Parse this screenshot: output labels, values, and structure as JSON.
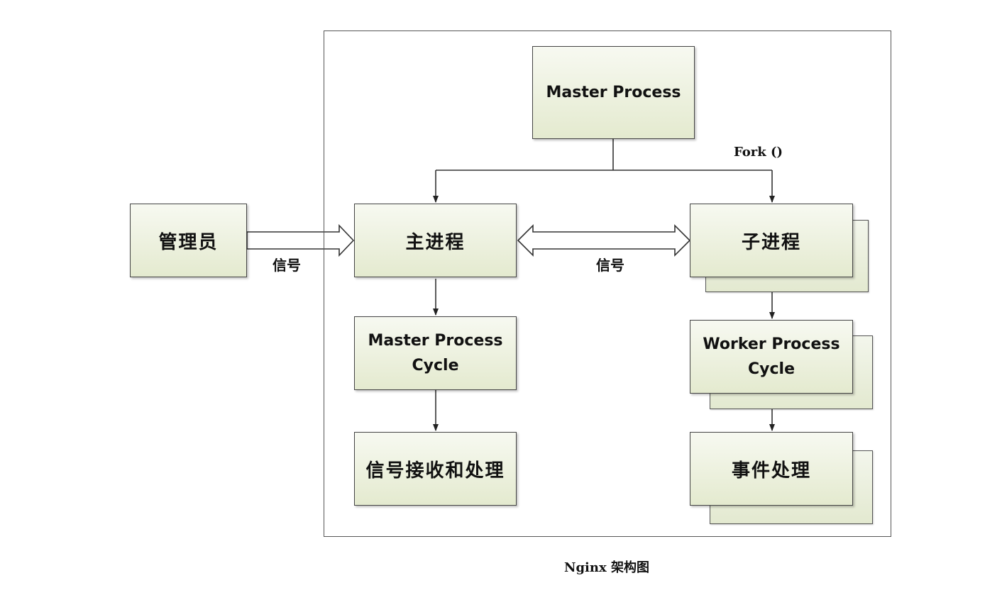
{
  "diagram": {
    "nodes": {
      "admin": "管理员",
      "master_process": "Master Process",
      "main_process": "主进程",
      "child_process": "子进程",
      "master_cycle_line1": "Master Process",
      "master_cycle_line2": "Cycle",
      "worker_cycle_line1": "Worker Process",
      "worker_cycle_line2": "Cycle",
      "signal_handling": "信号接收和处理",
      "event_handling": "事件处理"
    },
    "labels": {
      "signal_admin": "信号",
      "signal_main_child": "信号",
      "fork": "Fork ()"
    },
    "caption": "Nginx 架构图"
  }
}
